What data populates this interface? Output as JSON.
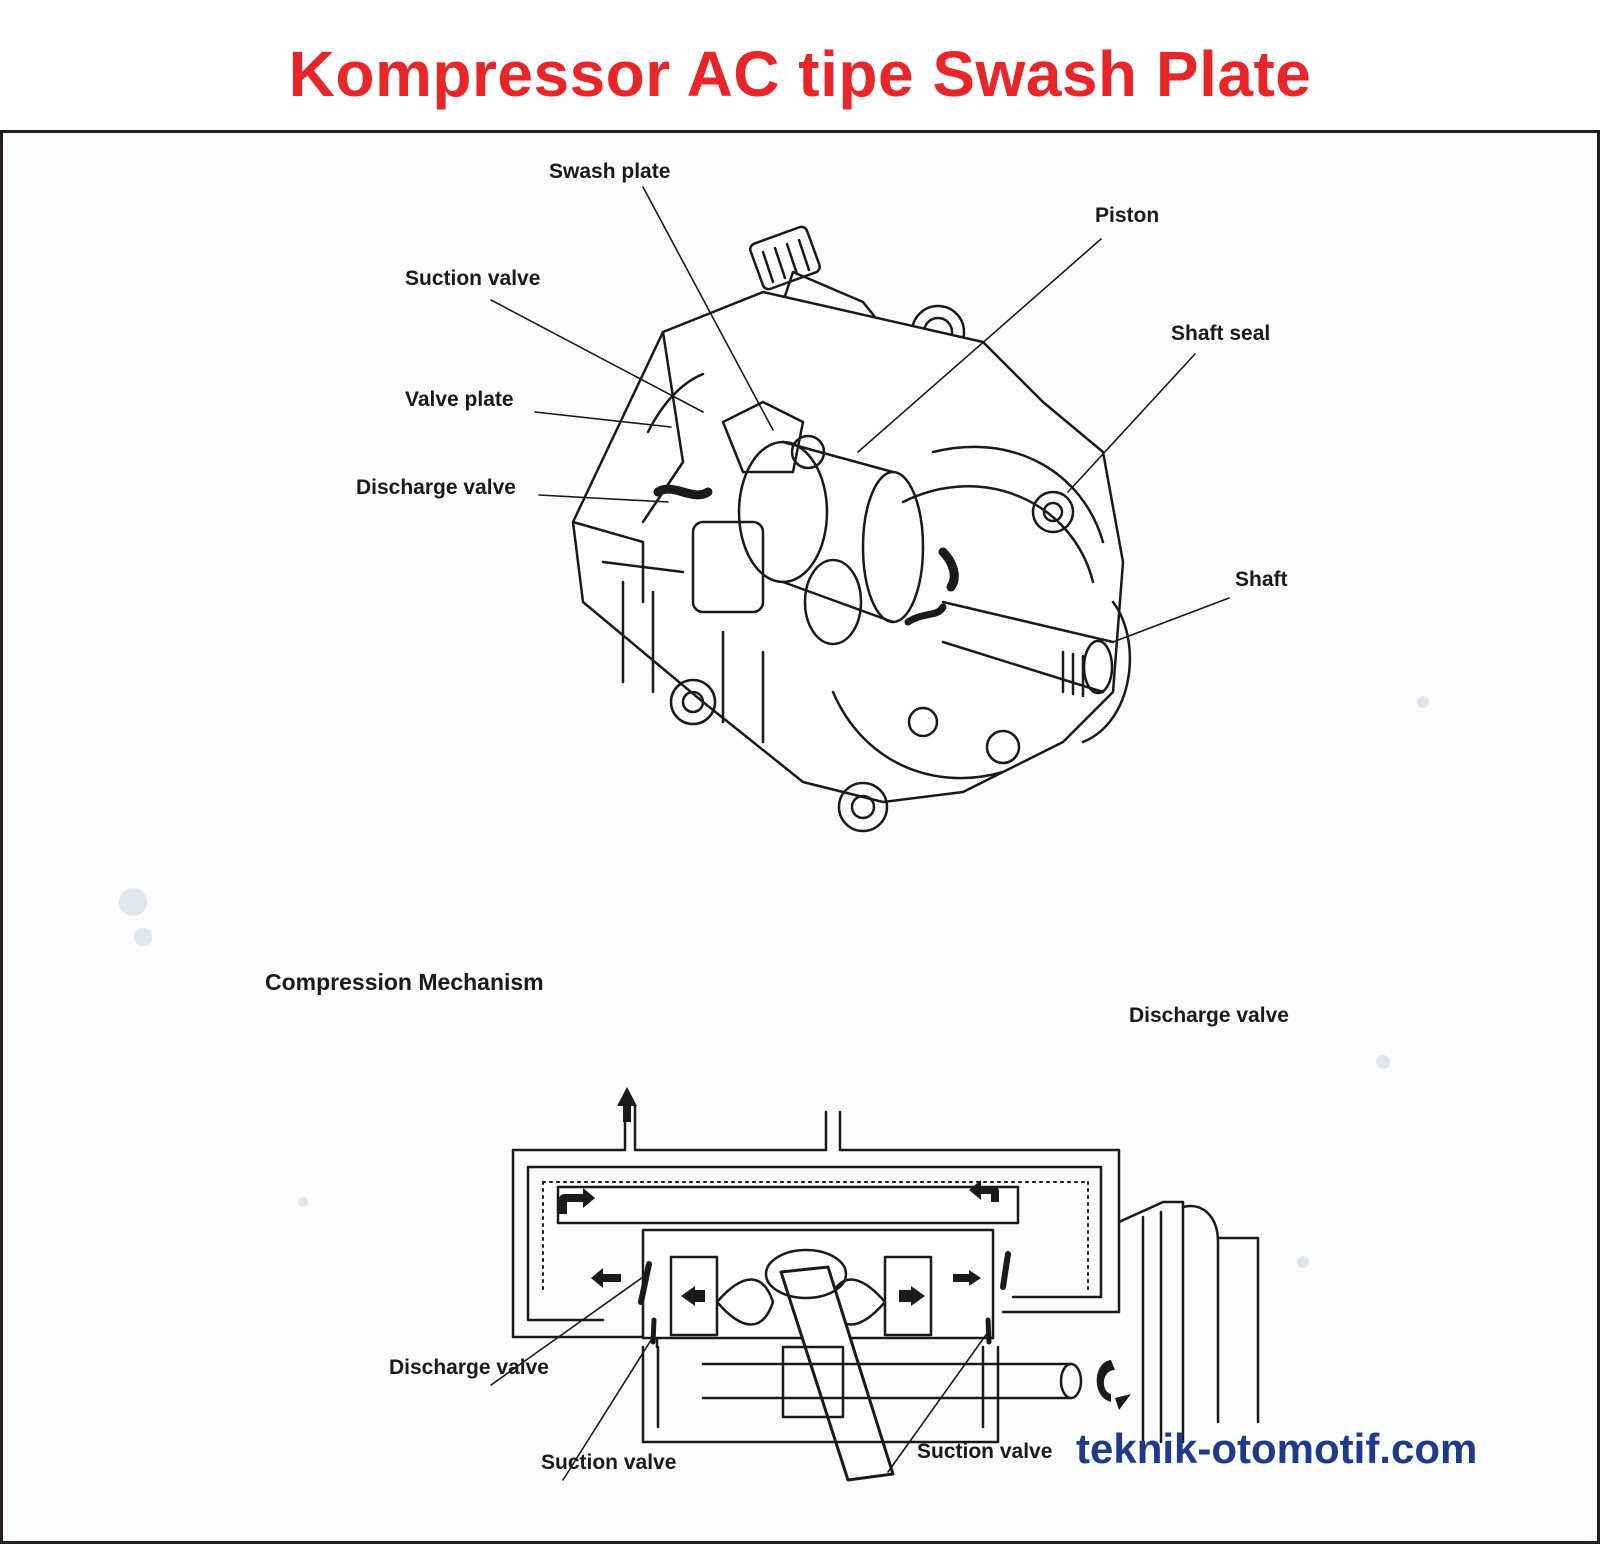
{
  "title": "Kompressor AC tipe Swash Plate",
  "colors": {
    "title": "#e8262a",
    "watermark": "#1f3a8a",
    "ink": "#1a1a1a",
    "frame": "#231f20"
  },
  "top_labels": {
    "swash_plate": "Swash plate",
    "piston": "Piston",
    "suction_valve": "Suction valve",
    "shaft_seal": "Shaft seal",
    "valve_plate": "Valve plate",
    "discharge_valve": "Discharge valve",
    "shaft": "Shaft"
  },
  "bottom": {
    "section_title": "Compression Mechanism",
    "discharge_valve_top": "Discharge valve",
    "discharge_valve_left": "Discharge valve",
    "suction_valve_left": "Suction valve",
    "suction_valve_right": "Suction valve"
  },
  "watermark": "teknik-otomotif.com"
}
